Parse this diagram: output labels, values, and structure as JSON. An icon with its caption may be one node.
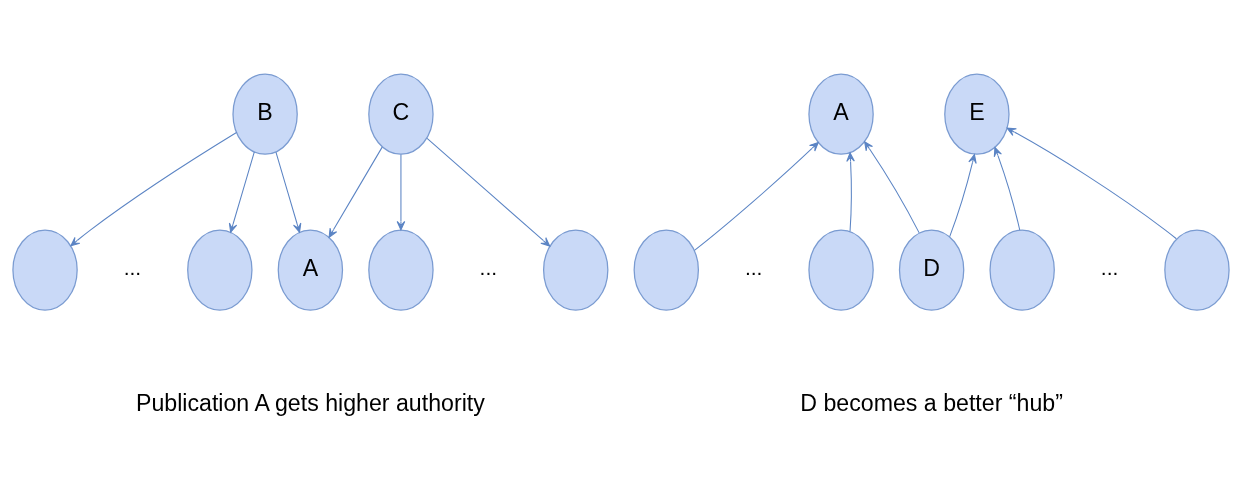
{
  "diagram": {
    "nodes": [
      {
        "text": [
          "B"
        ]
      },
      {
        "text": [
          "C"
        ]
      },
      {
        "text": [],
        "shape": "circle"
      },
      {
        "text": [],
        "shape": "circle"
      },
      {
        "text": [
          "A"
        ]
      },
      {
        "text": [],
        "shape": "circle"
      },
      {
        "text": [],
        "shape": "circle"
      },
      {
        "text": [
          "A"
        ]
      },
      {
        "text": [
          "E"
        ]
      },
      {
        "text": [],
        "shape": "circle"
      },
      {
        "text": [],
        "shape": "circle"
      },
      {
        "text": [
          "D"
        ]
      },
      {
        "text": [],
        "shape": "circle"
      },
      {
        "text": [],
        "shape": "circle"
      }
    ],
    "edges": [
      {
        "from": 0,
        "to": 2,
        "arrow": "to"
      },
      {
        "from": 0,
        "to": 3,
        "arrow": "to"
      },
      {
        "from": 0,
        "to": 4,
        "arrow": "to"
      },
      {
        "from": 1,
        "to": 4,
        "arrow": "to"
      },
      {
        "from": 1,
        "to": 5,
        "arrow": "to"
      },
      {
        "from": 1,
        "to": 6,
        "arrow": "to"
      },
      {
        "from": 9,
        "to": 7,
        "arrow": "to"
      },
      {
        "from": 10,
        "to": 7,
        "arrow": "to"
      },
      {
        "from": 11,
        "to": 7,
        "arrow": "to"
      },
      {
        "from": 11,
        "to": 8,
        "arrow": "to"
      },
      {
        "from": 12,
        "to": 8,
        "arrow": "to"
      },
      {
        "from": 13,
        "to": 8,
        "arrow": "to"
      }
    ],
    "labels": [
      "...",
      "...",
      "...",
      "...",
      "Publication A gets higher authority",
      "D becomes a better “hub”"
    ]
  }
}
